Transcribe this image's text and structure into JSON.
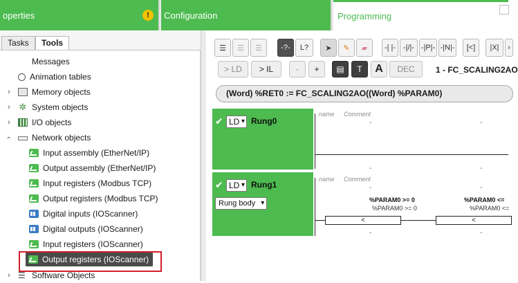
{
  "tabs": {
    "properties": "operties",
    "configuration": "Configuration",
    "programming": "Programming",
    "warning": "!"
  },
  "left": {
    "subtabs": {
      "tasks": "Tasks",
      "tools": "Tools"
    },
    "tree": [
      {
        "label": "Messages",
        "icon": "none"
      },
      {
        "label": "Animation tables",
        "icon": "magnifier-icon"
      },
      {
        "label": "Memory objects",
        "icon": "memory-icon"
      },
      {
        "label": "System objects",
        "icon": "gear-icon"
      },
      {
        "label": "I/O objects",
        "icon": "io-icon"
      },
      {
        "label": "Network objects",
        "icon": "network-icon"
      },
      {
        "label": "Input assembly (EtherNet/IP)",
        "icon": "green-register-icon"
      },
      {
        "label": "Output assembly (EtherNet/IP)",
        "icon": "green-register-icon"
      },
      {
        "label": "Input registers (Modbus TCP)",
        "icon": "green-register-icon"
      },
      {
        "label": "Output registers (Modbus TCP)",
        "icon": "green-register-icon"
      },
      {
        "label": "Digital inputs (IOScanner)",
        "icon": "blue-digital-icon"
      },
      {
        "label": "Digital outputs (IOScanner)",
        "icon": "blue-digital-icon"
      },
      {
        "label": "Input registers (IOScanner)",
        "icon": "green-register-icon"
      },
      {
        "label": "Output registers (IOScanner)",
        "icon": "green-register-icon"
      },
      {
        "label": "Software Objects",
        "icon": "software-icon"
      }
    ]
  },
  "toolbar": {
    "to_ld": "> LD",
    "to_il": "> IL",
    "minus": "-",
    "plus": "+",
    "dec": "DEC",
    "text_a": "A"
  },
  "editor": {
    "section_title": "1 - FC_SCALING2AO",
    "formula": "(Word) %RET0 := FC_SCALING2AO((Word) %PARAM0)"
  },
  "rungs": [
    {
      "lang": "LD",
      "name": "Rung0",
      "col_name": "name",
      "col_comment": "Comment",
      "dash": "-"
    },
    {
      "lang": "LD",
      "name": "Rung1",
      "body_btn": "Rung body",
      "col_name": "name",
      "col_comment": "Comment",
      "dash": "-",
      "cmp1_label": "%PARAM0 >= 0",
      "cmp1_sub": "%PARAM0 >= 0",
      "cmp1_op": "<",
      "cmp2_label": "%PARAM0 <=",
      "cmp2_sub": "%PARAM0 <=",
      "cmp2_op": "<"
    }
  ],
  "colors": {
    "green": "#4dbb4f",
    "selected": "#4a4a4a",
    "highlight": "#d0202a"
  }
}
